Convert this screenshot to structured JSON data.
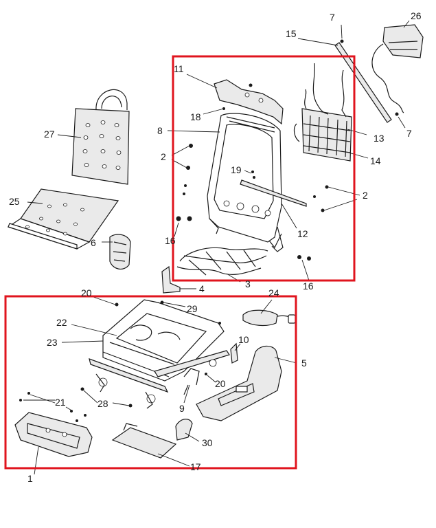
{
  "colors": {
    "highlight_box": "#e0141e",
    "ink": "#1a1a1a",
    "part_fill": "#eaeaea"
  },
  "callouts": {
    "c1": "1",
    "c2a": "2",
    "c2b": "2",
    "c3": "3",
    "c4": "4",
    "c5": "5",
    "c6": "6",
    "c7a": "7",
    "c7b": "7",
    "c8": "8",
    "c9": "9",
    "c10": "10",
    "c11": "11",
    "c12": "12",
    "c13": "13",
    "c14": "14",
    "c15": "15",
    "c16a": "16",
    "c16b": "16",
    "c17": "17",
    "c18": "18",
    "c19": "19",
    "c20a": "20",
    "c20b": "20",
    "c21": "21",
    "c22": "22",
    "c23": "23",
    "c24": "24",
    "c25": "25",
    "c26": "26",
    "c27": "27",
    "c28": "28",
    "c29": "29",
    "c30": "30"
  }
}
